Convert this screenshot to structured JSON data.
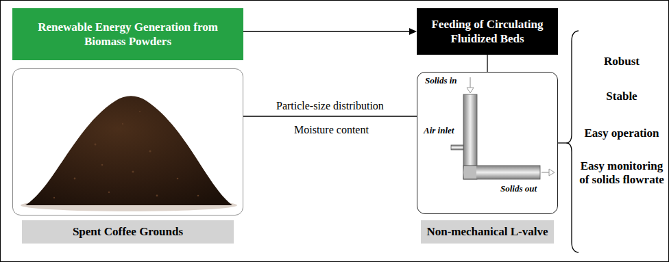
{
  "diagram": {
    "nodes": [
      {
        "text": [
          "Renewable Energy Generation from Biomass Powders"
        ]
      },
      {
        "text": [
          "Feeding of Circulating Fluidized Beds"
        ]
      },
      {
        "text": [
          "Spent Coffee Grounds"
        ]
      },
      {
        "text": [
          "Non-mechanical L-valve",
          "Solids in",
          "Air inlet",
          "Solids out"
        ]
      }
    ],
    "edges": [
      {
        "from": 0,
        "to": 1,
        "arrow": "to"
      },
      {
        "from": 1,
        "to": 3,
        "arrow": "none"
      },
      {
        "from": 2,
        "to": 3,
        "arrow": "none",
        "label": "Particle-size distribution"
      }
    ],
    "labels": [
      "Moisture content",
      "Robust",
      "Stable",
      "Easy operation",
      "Easy monitoring of solids flowrate"
    ]
  }
}
